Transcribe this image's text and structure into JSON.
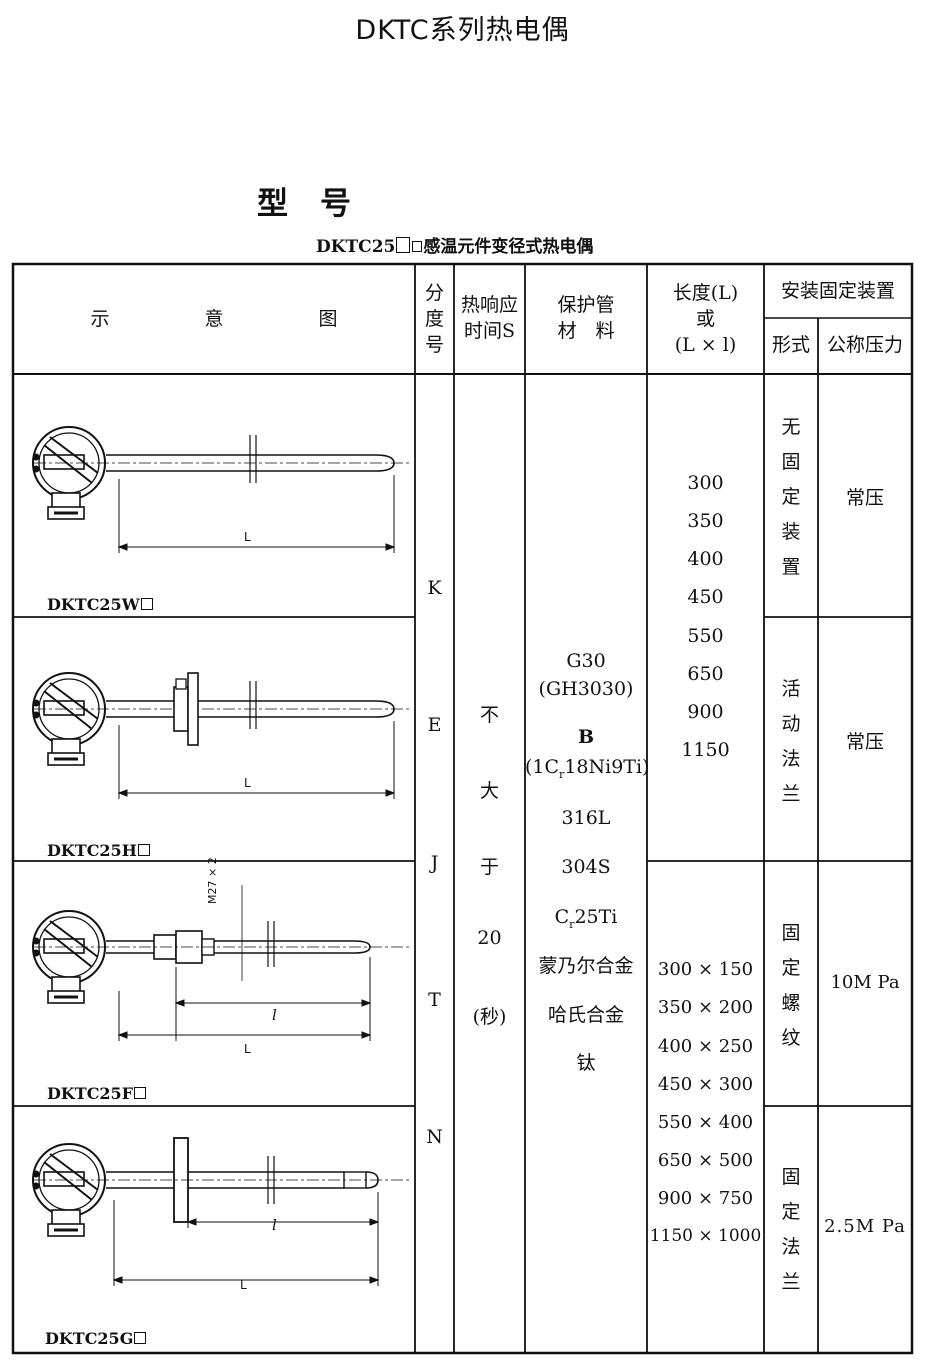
{
  "page": {
    "title": "DKTC系列热电偶",
    "heading": "型号",
    "subtitle_prefix": "DKTC25",
    "subtitle_suffix": "感温元件变径式热电偶"
  },
  "table": {
    "headers": {
      "diagram": "示　　　　　意　　　　　图",
      "grade": [
        "分",
        "度",
        "号"
      ],
      "response": [
        "热响应",
        "时间S"
      ],
      "material": [
        "保护管",
        "材　料"
      ],
      "length": [
        "长度(L)",
        "或",
        "(L × l)"
      ],
      "install": "安装固定装置",
      "form": "形式",
      "pressure": "公称压力"
    },
    "models": [
      "DKTC25W",
      "DKTC25H",
      "DKTC25F",
      "DKTC25G"
    ],
    "grades": [
      "K",
      "E",
      "J",
      "T",
      "N"
    ],
    "response_chars": [
      "不",
      "大",
      "于",
      "20",
      "(秒)"
    ],
    "materials": [
      "G30",
      "(GH3030)",
      "B",
      "(1C",
      "r",
      "18Ni9Ti)",
      "316L",
      "304S",
      "C",
      "r",
      "25Ti",
      "蒙乃尔合金",
      "哈氏合金",
      "钛"
    ],
    "lengths_single": [
      "300",
      "350",
      "400",
      "450",
      "550",
      "650",
      "900",
      "1150"
    ],
    "lengths_double": [
      "300 × 150",
      "350 × 200",
      "400 × 250",
      "450 × 300",
      "550 × 400",
      "650 × 500",
      "900 × 750",
      "1150 × 1000"
    ],
    "install_rows": [
      {
        "form": [
          "无",
          "固",
          "定",
          "装",
          "置"
        ],
        "pressure": "常压"
      },
      {
        "form": [
          "活",
          "动",
          "法",
          "兰"
        ],
        "pressure": "常压"
      },
      {
        "form": [
          "固",
          "定",
          "螺",
          "纹"
        ],
        "pressure": "10M Pa"
      },
      {
        "form": [
          "固",
          "定",
          "法",
          "兰"
        ],
        "pressure": "2.5M Pa"
      }
    ],
    "dim_labels": {
      "L": "L",
      "l": "l",
      "thread": "M27 × 2"
    }
  }
}
